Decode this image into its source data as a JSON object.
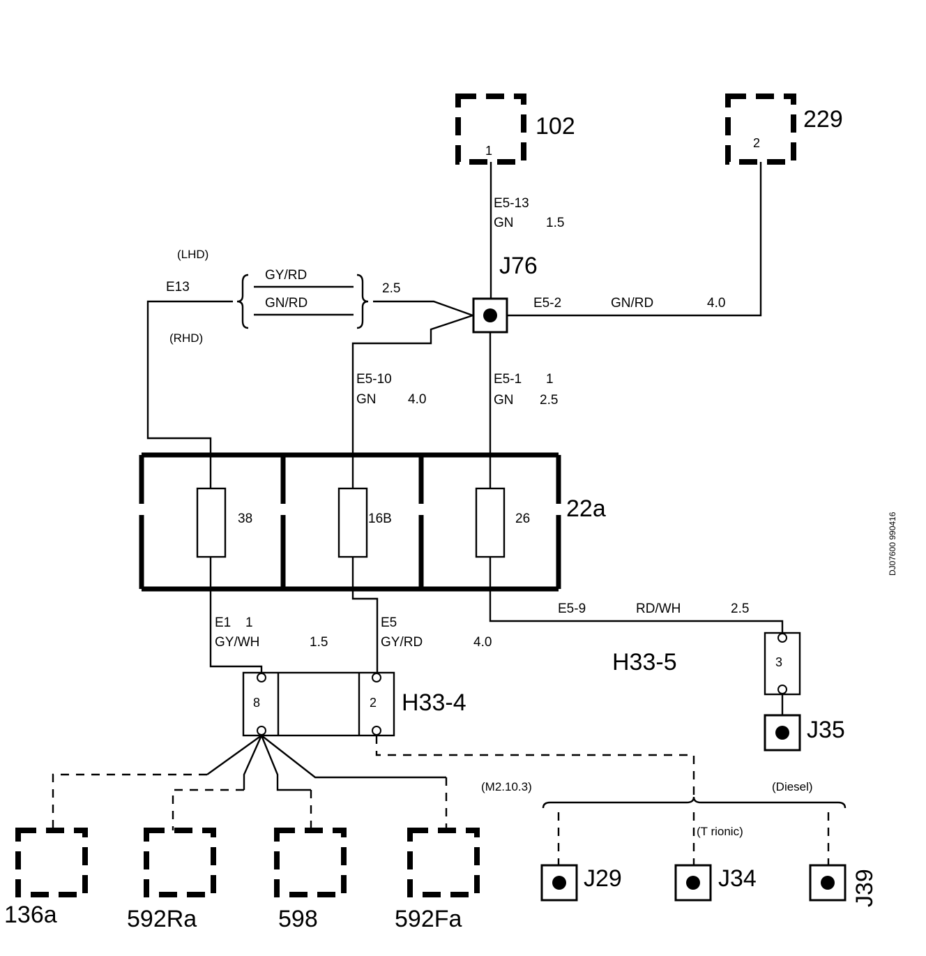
{
  "components": {
    "c102": {
      "name": "102",
      "pin": "1"
    },
    "c229": {
      "name": "229",
      "pin": "2"
    },
    "c22a": {
      "name": "22a",
      "fuses": [
        "38",
        "16B",
        "26"
      ]
    },
    "h33_4": {
      "name": "H33-4",
      "pins": [
        "8",
        "2"
      ]
    },
    "h33_5": {
      "name": "H33-5",
      "pin": "3"
    },
    "j76": "J76",
    "j35": "J35",
    "j29": "J29",
    "j34": "J34",
    "j39": "J39",
    "c136a": "136a",
    "c592Ra": "592Ra",
    "c598": "598",
    "c592Fa": "592Fa"
  },
  "wires": {
    "w_102": {
      "id": "E5-13",
      "color": "GN",
      "size": "1.5"
    },
    "w_229": {
      "id": "E5-2",
      "color": "GN/RD",
      "size": "4.0"
    },
    "w_e13": {
      "id": "E13",
      "lhd": "(LHD)",
      "rhd": "(RHD)",
      "color1": "GY/RD",
      "color2": "GN/RD",
      "size": "2.5"
    },
    "w_e510": {
      "id": "E5-10",
      "color": "GN",
      "size": "4.0"
    },
    "w_e51": {
      "id": "E5-1",
      "num": "1",
      "color": "GN",
      "size": "2.5"
    },
    "w_e59": {
      "id": "E5-9",
      "color": "RD/WH",
      "size": "2.5"
    },
    "w_e1": {
      "id": "E1",
      "num": "1",
      "color": "GY/WH",
      "size": "1.5"
    },
    "w_e5": {
      "id": "E5",
      "color": "GY/RD",
      "size": "4.0"
    }
  },
  "variants": {
    "m2": "(M2.10.3)",
    "trionic": "(T  rionic)",
    "diesel": "(Diesel)"
  },
  "doc_id": "DJ07600 990416"
}
